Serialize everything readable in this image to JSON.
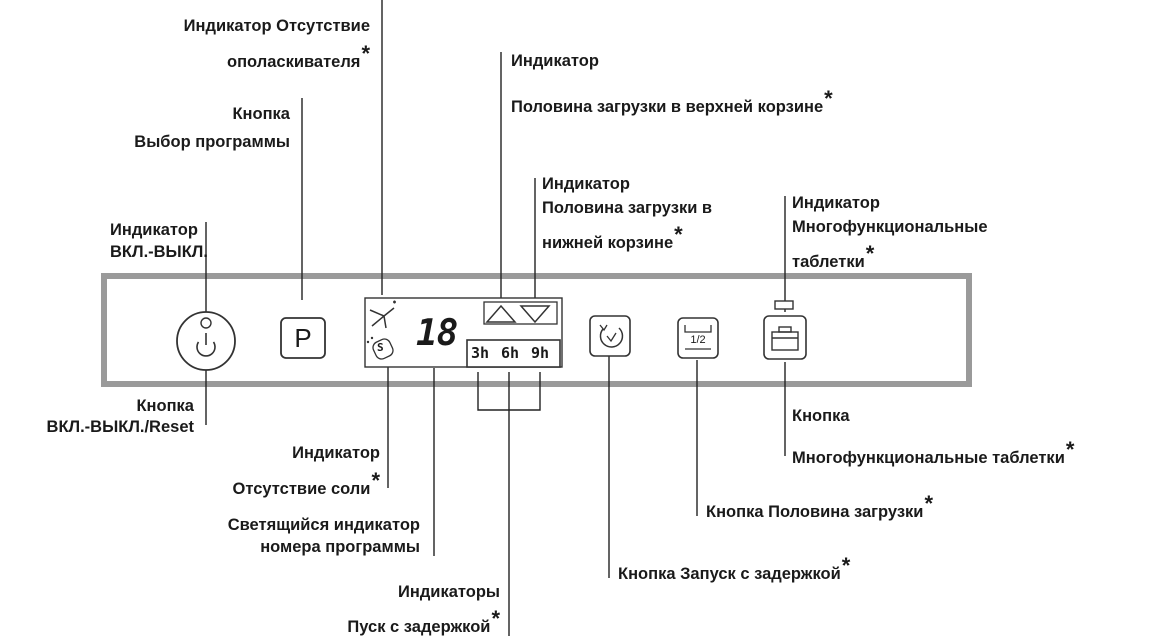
{
  "asterisk": "*",
  "panel_text": {
    "program_button": "P",
    "program_number": "18",
    "delay_hours": [
      "3h",
      "6h",
      "9h"
    ],
    "half_load_icon": "1/2",
    "salt_icon": "S"
  },
  "labels": {
    "rinse_aid": [
      "Индикатор Отсутствие",
      "ополаскивателя"
    ],
    "program_button": [
      "Кнопка",
      "Выбор программы"
    ],
    "onoff_indicator": [
      "Индикатор",
      "ВКЛ.-ВЫКЛ."
    ],
    "onoff_button": [
      "Кнопка",
      "ВКЛ.-ВЫКЛ./Reset"
    ],
    "upper_half": [
      "Индикатор",
      "Половина загрузки в верхней корзине"
    ],
    "lower_half": [
      "Индикатор",
      "Половина загрузки в",
      "нижней корзине"
    ],
    "multitab_indicator": [
      "Индикатор",
      "Многофункциональные",
      "таблетки"
    ],
    "salt": [
      "Индикатор",
      "Отсутствие соли"
    ],
    "program_display": [
      "Светящийся индикатор",
      "номера программы"
    ],
    "delay_indicators": [
      "Индикаторы",
      "Пуск с задержкой"
    ],
    "delay_button": [
      "Кнопка Запуск с задержкой"
    ],
    "half_load_button": [
      "Кнопка Половина загрузки"
    ],
    "multitab_button": [
      "Кнопка",
      "Многофункциональные таблетки"
    ]
  }
}
